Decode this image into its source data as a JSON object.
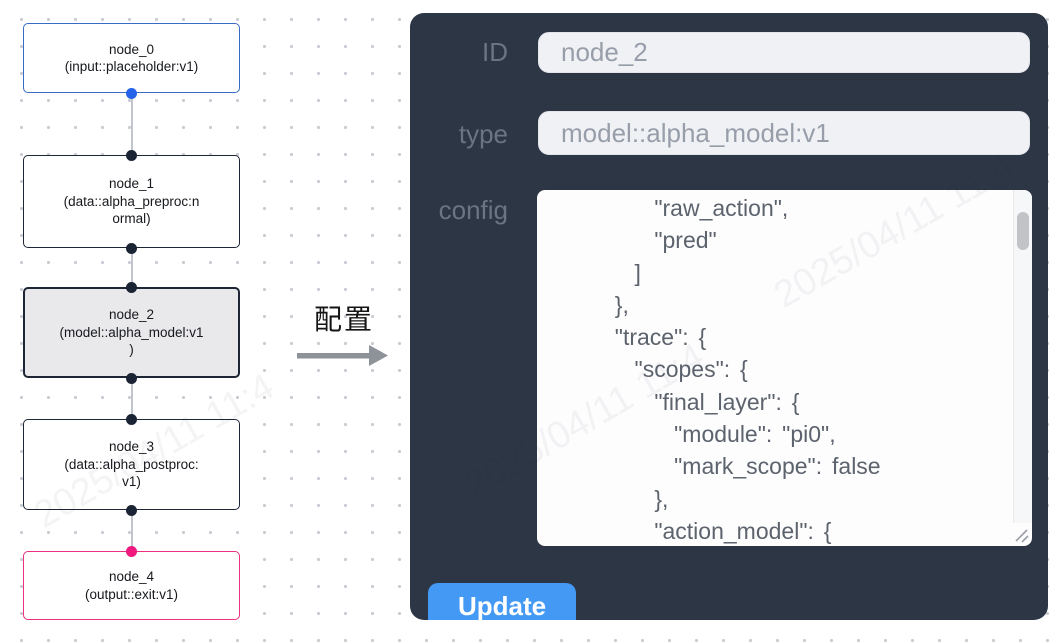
{
  "colors": {
    "panel_bg": "#2d3645",
    "button_blue": "#4499f5",
    "selection_blue": "#2563eb",
    "node_blue_border": "#3a6bc6",
    "node_dark_border": "#1e2635",
    "output_pink": "#ec2f80",
    "selected_node_bg": "#e9e9eb"
  },
  "graph": {
    "nodes": [
      {
        "id": "node_0",
        "label_lines": [
          "node_0",
          "(input::placeholder:v1)"
        ]
      },
      {
        "id": "node_1",
        "label_lines": [
          "node_1",
          "(data::alpha_preproc:n",
          "ormal)"
        ]
      },
      {
        "id": "node_2",
        "label_lines": [
          "node_2",
          "(model::alpha_model:v1",
          ")"
        ]
      },
      {
        "id": "node_3",
        "label_lines": [
          "node_3",
          "(data::alpha_postproc:",
          "v1)"
        ]
      },
      {
        "id": "node_4",
        "label_lines": [
          "node_4",
          "(output::exit:v1)"
        ]
      }
    ]
  },
  "transition": {
    "label": "配置"
  },
  "panel": {
    "fields": {
      "id": {
        "label": "ID",
        "value": "node_2"
      },
      "type": {
        "label": "type",
        "value": "model::alpha_model:v1"
      },
      "config": {
        "label": "config",
        "visible_lines": [
          "      \"raw_action\",",
          "      \"pred\"",
          "    ]",
          "  },",
          "  \"trace\": {",
          "    \"scopes\": {",
          "      \"final_layer\": {",
          "        \"module\": \"pi0\",",
          "        \"mark_scope\": false",
          "      },",
          "      \"action_model\": {"
        ]
      }
    },
    "update_button": "Update"
  },
  "watermark": "2025/04/11 11:4"
}
